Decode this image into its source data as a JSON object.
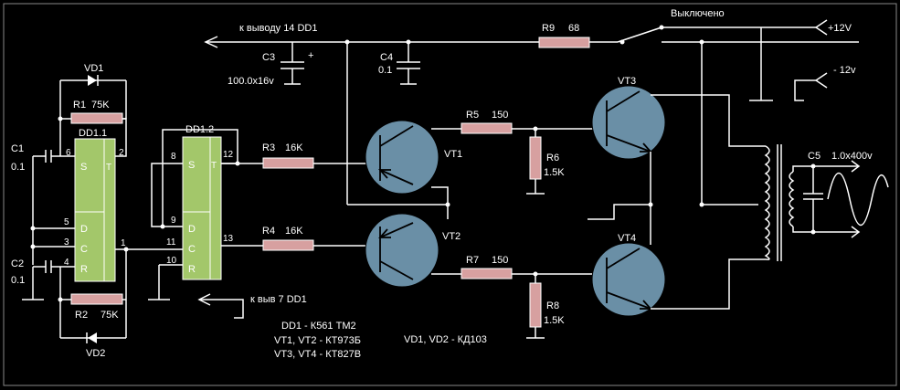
{
  "labels": {
    "to_pin14": "к выводу 14 DD1",
    "switch_off": "Выключено",
    "plus12": "+12V",
    "minus12": "- 12v",
    "c3": "C3",
    "c3_val": "100.0x16v",
    "c3_plus": "+",
    "c4": "C4",
    "c4_val": "0.1",
    "r9": "R9",
    "r9_val": "68",
    "vd1": "VD1",
    "vd2": "VD2",
    "r1": "R1",
    "r1_val": "75K",
    "r2": "R2",
    "r2_val": "75K",
    "dd11": "DD1.1",
    "dd12": "DD1.2",
    "c1": "C1",
    "c1_val": "0.1",
    "c2": "C2",
    "c2_val": "0.1",
    "r3": "R3",
    "r3_val": "16K",
    "r4": "R4",
    "r4_val": "16K",
    "r5": "R5",
    "r5_val": "150",
    "r6": "R6",
    "r6_val": "1.5K",
    "r7": "R7",
    "r7_val": "150",
    "r8": "R8",
    "r8_val": "1.5K",
    "vt1": "VT1",
    "vt2": "VT2",
    "vt3": "VT3",
    "vt4": "VT4",
    "c5": "C5",
    "c5_val": "1.0x400v",
    "to_pin7": "к выв 7 DD1",
    "note_dd1": "DD1 - К561 ТМ2",
    "note_vt12": "VT1, VT2 - КТ973Б",
    "note_vt34": "VT3, VT4 - КТ827В",
    "note_vd": "VD1, VD2 - КД103"
  },
  "pins": {
    "dd11": {
      "s": "S",
      "t": "T",
      "d": "D",
      "c": "C",
      "r": "R",
      "p6": "6",
      "p2": "2",
      "p5": "5",
      "p3": "3",
      "p4": "4",
      "p1": "1"
    },
    "dd12": {
      "s": "S",
      "t": "T",
      "d": "D",
      "c": "C",
      "r": "R",
      "p8": "8",
      "p12": "12",
      "p9": "9",
      "p11": "11",
      "p10": "10",
      "p13": "13"
    }
  }
}
